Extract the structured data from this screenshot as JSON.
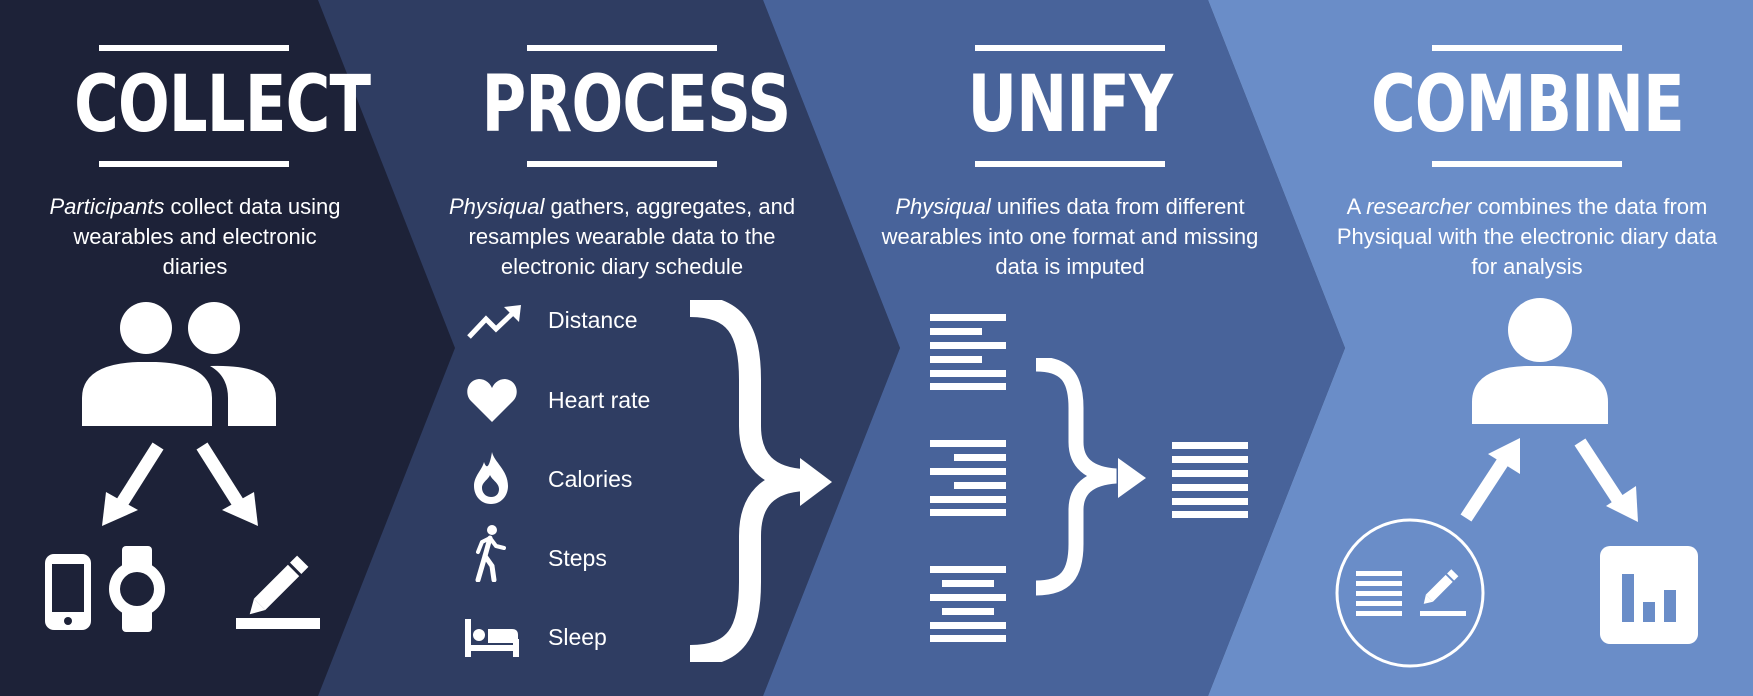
{
  "colors": {
    "collect_bg": "#1d2238",
    "process_bg": "#2f3d62",
    "unify_bg": "#48639a",
    "combine_bg": "#6a8dc8",
    "foreground": "#ffffff"
  },
  "steps": [
    {
      "title": "COLLECT",
      "desc_em": "Participants",
      "desc_rest": " collect data using wearables and electronic diaries",
      "icons": [
        "participants-icon",
        "smartphone-icon",
        "smartwatch-icon",
        "diary-pencil-icon"
      ]
    },
    {
      "title": "PROCESS",
      "desc_em": "Physiqual",
      "desc_rest": " gathers, aggregates, and resamples wearable data to the electronic diary schedule",
      "metrics": [
        {
          "label": "Distance",
          "icon": "trending-up-icon"
        },
        {
          "label": "Heart rate",
          "icon": "heart-icon"
        },
        {
          "label": "Calories",
          "icon": "flame-icon"
        },
        {
          "label": "Steps",
          "icon": "walking-person-icon"
        },
        {
          "label": "Sleep",
          "icon": "bed-icon"
        }
      ]
    },
    {
      "title": "UNIFY",
      "desc_em": "Physiqual",
      "desc_rest": " unifies data from different wearables into one format and missing  data is imputed",
      "icons": [
        "data-list-icon",
        "brace-merge-icon",
        "unified-list-icon"
      ]
    },
    {
      "title": "COMBINE",
      "desc_pre": "A ",
      "desc_em": "researcher",
      "desc_rest": " combines the data from Physiqual with the electronic diary data for analysis",
      "icons": [
        "researcher-icon",
        "combined-data-icon",
        "bar-chart-icon"
      ]
    }
  ]
}
